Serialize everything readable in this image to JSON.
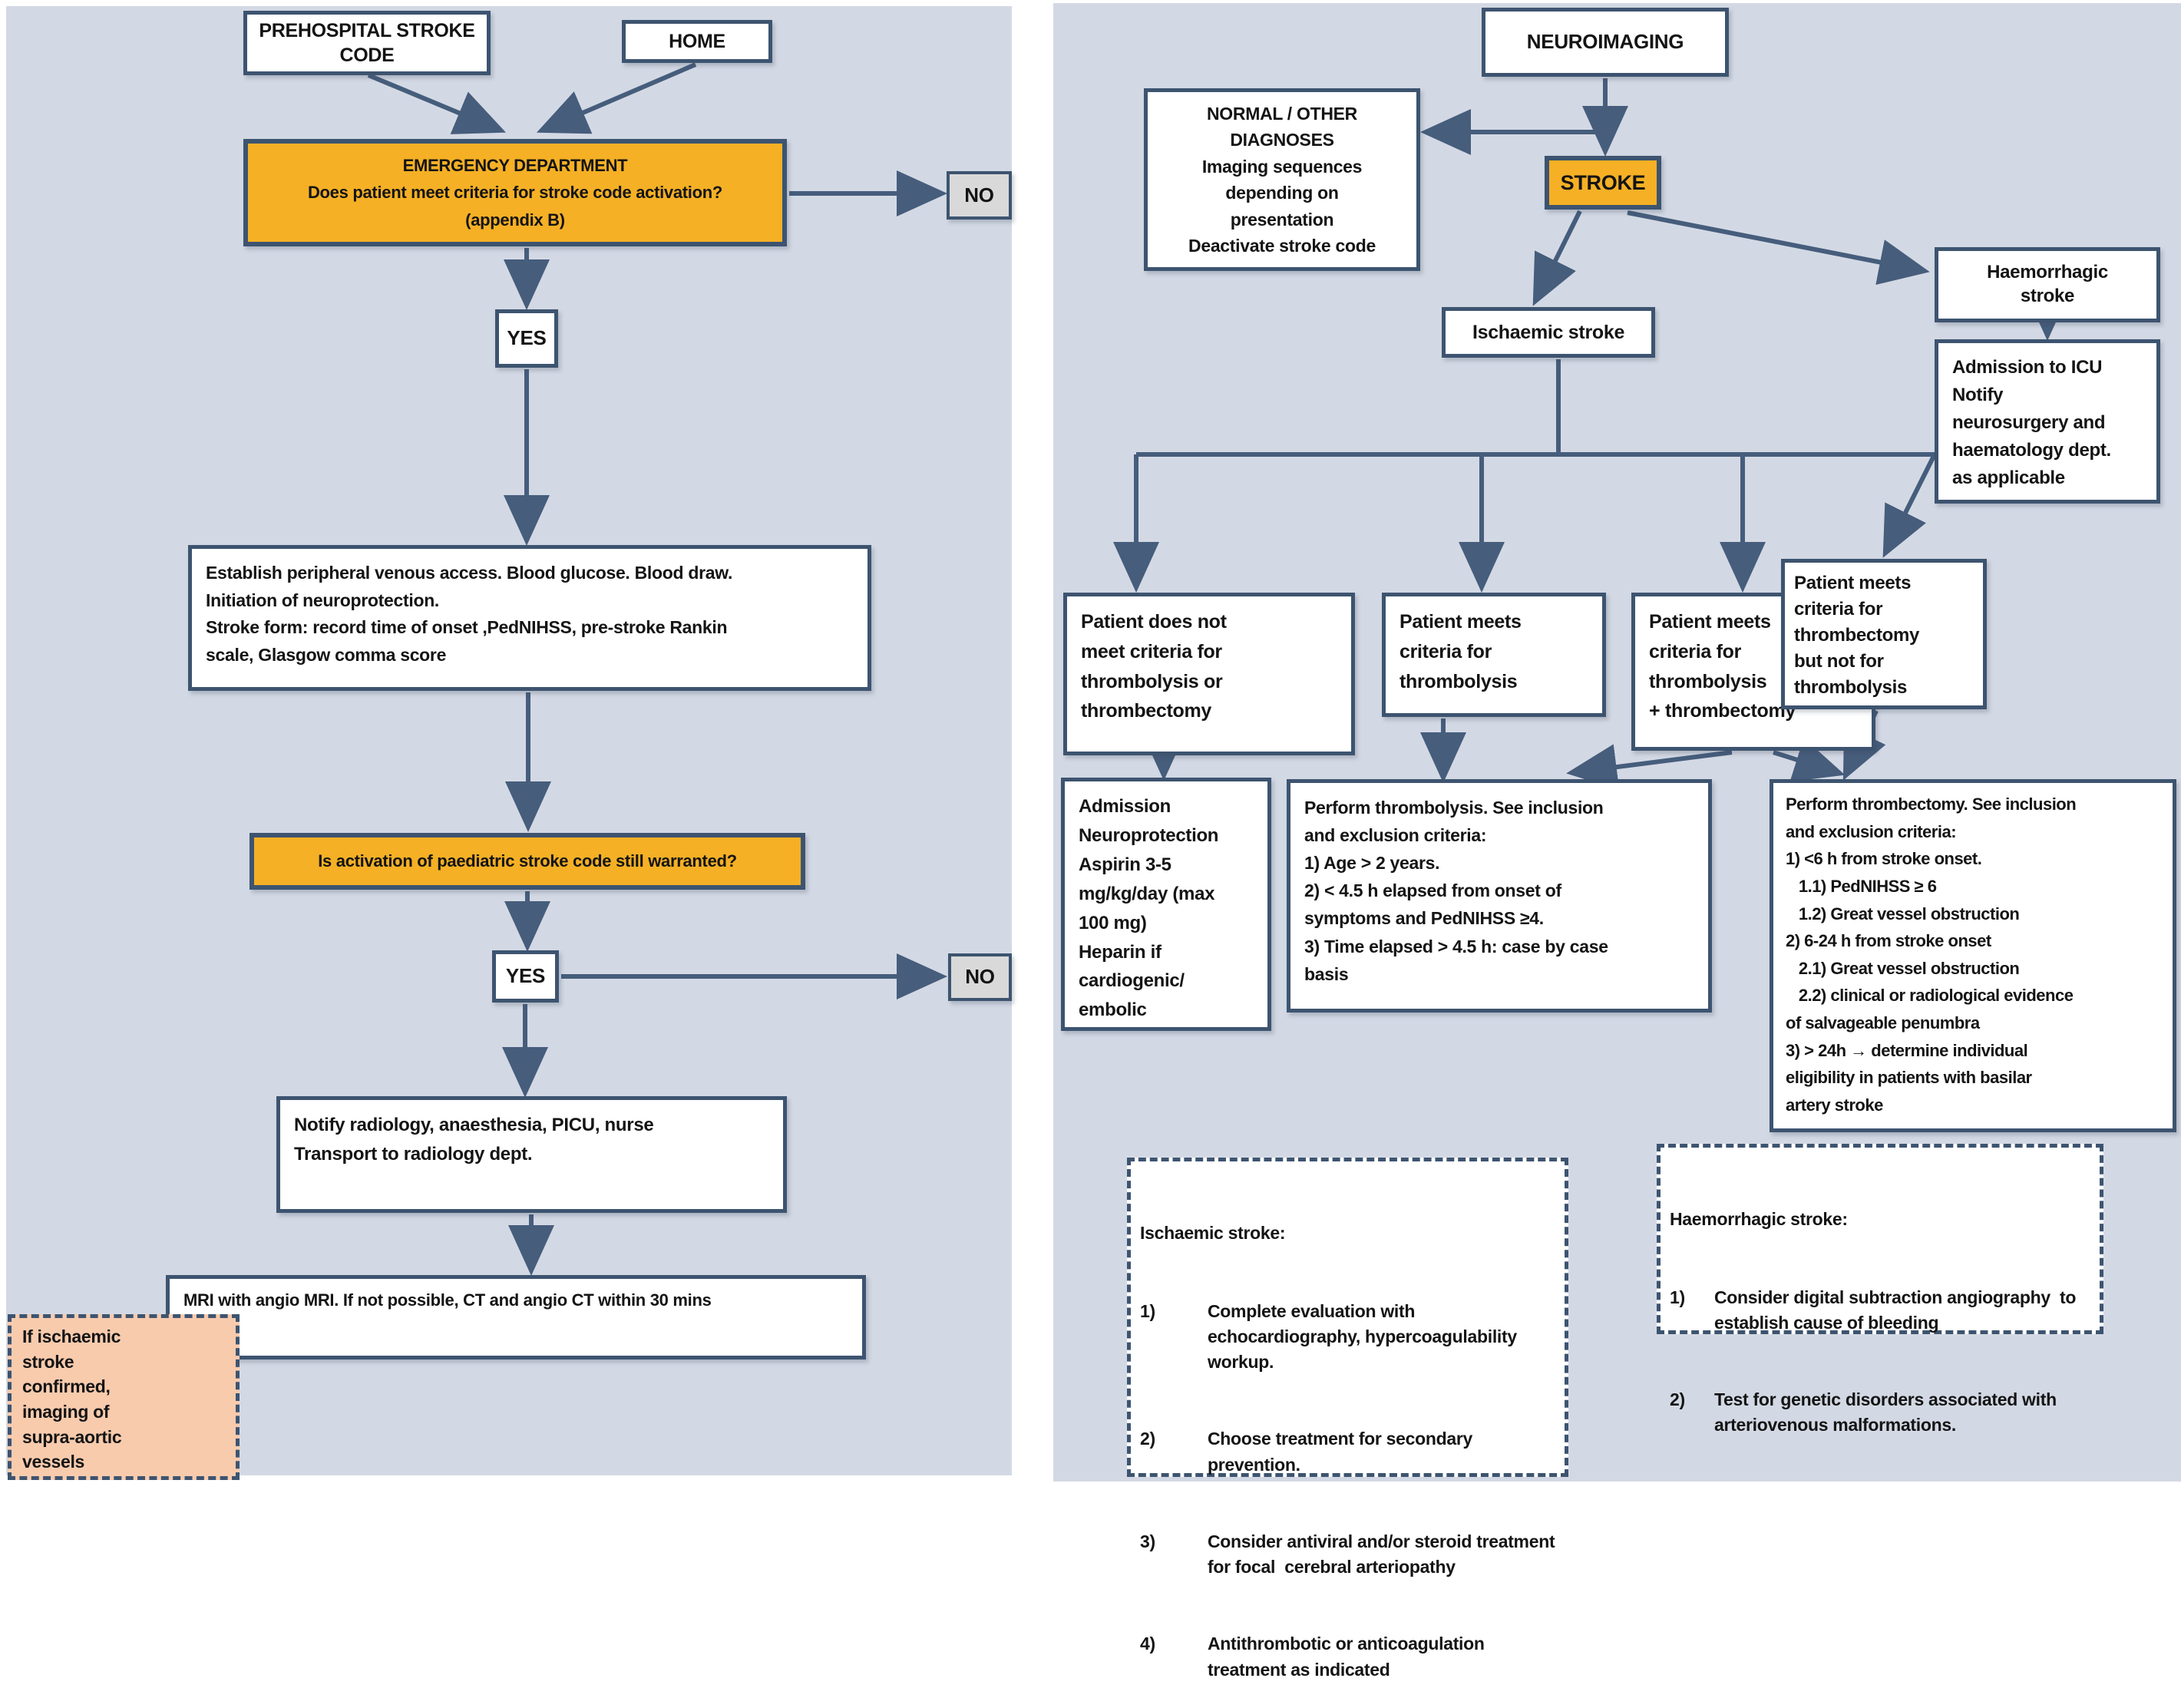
{
  "colors": {
    "panel_background": "#d3d9e4",
    "box_border": "#3d5470",
    "arrow": "#465d7c",
    "highlight_orange": "#f5b025",
    "no_box_gray": "#d9d9d9",
    "note_peach": "#f8cbad",
    "text": "#141414"
  },
  "left": {
    "prehospital": "PREHOSPITAL STROKE\nCODE",
    "home": "HOME",
    "emergency": [
      "EMERGENCY DEPARTMENT",
      "Does patient meet criteria for stroke code activation?",
      "(appendix B)"
    ],
    "no1": "NO",
    "yes1": "YES",
    "venous": [
      "Establish peripheral venous access. Blood glucose. Blood draw.",
      "Initiation of neuroprotection.",
      "Stroke form: record time of onset ,PedNIHSS, pre-stroke Rankin",
      "scale, Glasgow comma score"
    ],
    "question2": "Is activation of paediatric stroke code still warranted?",
    "yes2": "YES",
    "no2": "NO",
    "notify": [
      "Notify radiology, anaesthesia, PICU, nurse",
      "Transport to radiology dept."
    ],
    "mri": "MRI with angio MRI. If not possible, CT and angio CT within 30 mins",
    "peach_note": [
      "If ischaemic",
      "stroke",
      "confirmed,",
      "imaging of",
      "supra-aortic",
      "vessels"
    ]
  },
  "right": {
    "neuroimaging": "NEUROIMAGING",
    "normal": [
      "NORMAL / OTHER",
      "DIAGNOSES",
      "Imaging sequences",
      "depending on",
      "presentation",
      "Deactivate stroke code"
    ],
    "stroke": "STROKE",
    "ischaemic": "Ischaemic stroke",
    "haemorrhagic": [
      "Haemorrhagic",
      "stroke"
    ],
    "icu": [
      "Admission to ICU",
      "Notify",
      "neurosurgery and",
      "haematology dept.",
      "as applicable"
    ],
    "crit1": [
      "Patient does not",
      "meet criteria for",
      "thrombolysis or",
      "thrombectomy"
    ],
    "crit2": [
      "Patient meets",
      "criteria for",
      "thrombolysis"
    ],
    "crit3": [
      "Patient meets",
      "criteria for",
      "thrombolysis",
      "+ thrombectomy"
    ],
    "crit4": [
      "Patient meets",
      "criteria for",
      "thrombectomy",
      "but not for",
      "thrombolysis"
    ],
    "admission": [
      "Admission",
      "Neuroprotection",
      "Aspirin 3-5",
      "mg/kg/day (max",
      "100 mg)",
      "Heparin if",
      "cardiogenic/",
      "embolic"
    ],
    "thrombolysis": [
      "Perform thrombolysis. See inclusion",
      "and exclusion criteria:",
      "1) Age > 2 years.",
      "2) < 4.5 h elapsed from onset of",
      "symptoms and PedNIHSS ≥4.",
      "3) Time elapsed > 4.5 h: case by case",
      "basis"
    ],
    "thrombectomy": [
      "Perform thrombectomy. See inclusion",
      "and exclusion criteria:",
      "1) <6 h from stroke onset.",
      "   1.1) PedNIHSS ≥ 6",
      "   1.2) Great vessel obstruction",
      "2) 6-24 h from stroke onset",
      "   2.1) Great vessel obstruction",
      "   2.2) clinical or radiological evidence",
      "of salvageable penumbra",
      "3) > 24h → determine individual",
      "eligibility in patients with basilar",
      "artery stroke"
    ],
    "ischaemic_notes": {
      "title": "Ischaemic stroke:",
      "items": [
        {
          "n": "1)",
          "text": "Complete evaluation with echocardiography, hypercoagulability workup."
        },
        {
          "n": "2)",
          "text": "Choose treatment for secondary prevention."
        },
        {
          "n": "3)",
          "text": "Consider antiviral and/or steroid treatment for focal  cerebral arteriopathy"
        },
        {
          "n": "4)",
          "text": "Antithrombotic or anticoagulation treatment as indicated"
        }
      ]
    },
    "haemorrhagic_notes": {
      "title": "Haemorrhagic stroke:",
      "items": [
        {
          "n": "1)",
          "text": "Consider digital subtraction angiography  to establish cause of bleeding"
        },
        {
          "n": "2)",
          "text": "Test for genetic disorders associated with arteriovenous malformations."
        }
      ]
    }
  }
}
